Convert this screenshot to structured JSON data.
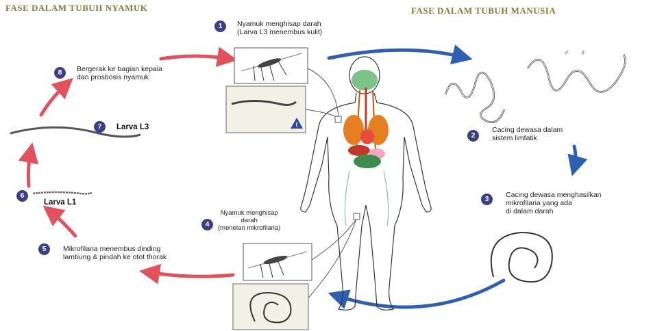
{
  "headers": {
    "left": "FASE DALAM TUBUH NYAMUK",
    "right": "FASE DALAM TUBUH MANUSIA"
  },
  "steps": [
    {
      "n": "1",
      "text": "Nyamuk menghisap darah\n(Larva L3 menembus kulit)"
    },
    {
      "n": "2",
      "text": "Cacing dewasa dalam\nsistem limfatik"
    },
    {
      "n": "3",
      "text": "Cacing dewasa menghasilkan\nmikrofilaria yang ada\ndi dalam darah"
    },
    {
      "n": "4",
      "text": "Nyamuk menghisap\ndarah\n(menelan mikrofilaria)"
    },
    {
      "n": "5",
      "text": "Mikrofilaria menembus dinding\nlambung & pindah ke otot thorak"
    },
    {
      "n": "6",
      "text": "Larva L1"
    },
    {
      "n": "7",
      "text": "Larva L3"
    },
    {
      "n": "8",
      "text": "Bergerak ke bagian kepala\ndan prosbosis nyamuk"
    }
  ],
  "symbols": {
    "male": "♂",
    "female": "♀",
    "warning": "!"
  },
  "colors": {
    "red_arrow": "#e0525c",
    "blue_arrow": "#2f5fb0",
    "badge": "#3b3f86",
    "header": "#8a7a35"
  }
}
